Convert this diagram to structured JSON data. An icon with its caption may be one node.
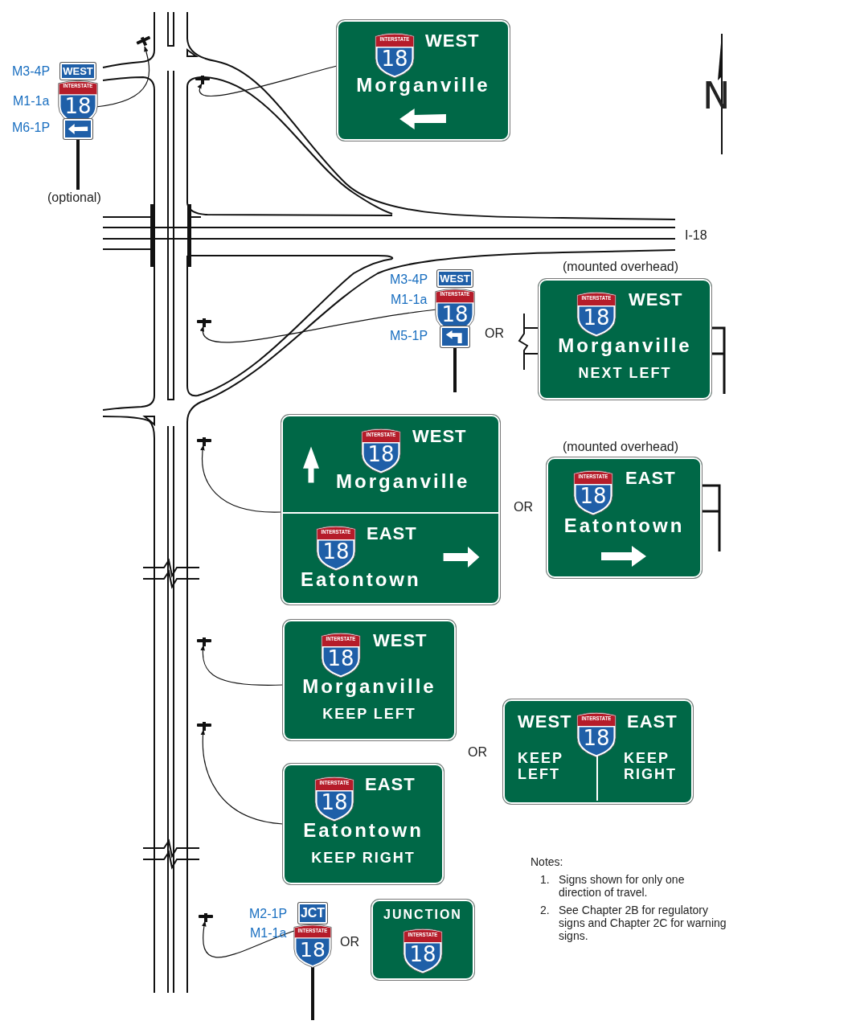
{
  "diagram": {
    "nodes": [
      {
        "text": [
          "WEST",
          "INTERSTATE",
          "18"
        ],
        "beside": [
          "M3-4P",
          "M1-1a",
          "M6-1P",
          "(optional)"
        ]
      },
      {
        "text": [],
        "shape": "bar"
      },
      {
        "text": [
          "INTERSTATE",
          "18",
          "WEST",
          "Morganville"
        ]
      },
      {
        "text": [],
        "shape": "bar"
      },
      {
        "text": [
          "WEST",
          "INTERSTATE",
          "18"
        ],
        "beside": [
          "M3-4P",
          "M1-1a",
          "M5-1P"
        ]
      },
      {
        "text": [],
        "shape": "bar"
      },
      {
        "text": [
          "INTERSTATE",
          "18",
          "WEST",
          "Morganville",
          "NEXT LEFT"
        ],
        "beside": [
          "(mounted overhead)"
        ]
      },
      {
        "text": [
          "INTERSTATE",
          "18",
          "WEST",
          "Morganville",
          "INTERSTATE",
          "18",
          "EAST",
          "Eatontown"
        ]
      },
      {
        "text": [],
        "shape": "bar"
      },
      {
        "text": [
          "INTERSTATE",
          "18",
          "EAST",
          "Eatontown"
        ],
        "beside": [
          "(mounted overhead)"
        ]
      },
      {
        "text": [
          "INTERSTATE",
          "18",
          "WEST",
          "Morganville",
          "KEEP LEFT"
        ]
      },
      {
        "text": [],
        "shape": "bar"
      },
      {
        "text": [
          "INTERSTATE",
          "18",
          "EAST",
          "Eatontown",
          "KEEP RIGHT"
        ]
      },
      {
        "text": [],
        "shape": "bar"
      },
      {
        "text": [
          "WEST",
          "INTERSTATE",
          "18",
          "EAST",
          "KEEP LEFT",
          "KEEP RIGHT"
        ]
      },
      {
        "text": [
          "JCT",
          "INTERSTATE",
          "18"
        ],
        "beside": [
          "M2-1P",
          "M1-1a"
        ]
      },
      {
        "text": [],
        "shape": "bar"
      },
      {
        "text": [
          "JUNCTION",
          "INTERSTATE",
          "18"
        ]
      }
    ],
    "edges": [
      {
        "from": 0,
        "to": 1,
        "arrow": "to"
      },
      {
        "from": 2,
        "to": 3,
        "arrow": "to"
      },
      {
        "from": 4,
        "to": 5,
        "arrow": "to"
      },
      {
        "from": 7,
        "to": 8,
        "arrow": "to"
      },
      {
        "from": 10,
        "to": 11,
        "arrow": "to"
      },
      {
        "from": 12,
        "to": 13,
        "arrow": "to"
      },
      {
        "from": 15,
        "to": 16,
        "arrow": "to"
      }
    ],
    "labels": [
      "N",
      "I-18",
      "OR",
      "OR",
      "OR",
      "Notes:",
      "1.",
      "Signs shown for only one direction of travel.",
      "2.",
      "See Chapter 2B for regulatory signs and Chapter 2C for warning signs.",
      "OR"
    ]
  }
}
